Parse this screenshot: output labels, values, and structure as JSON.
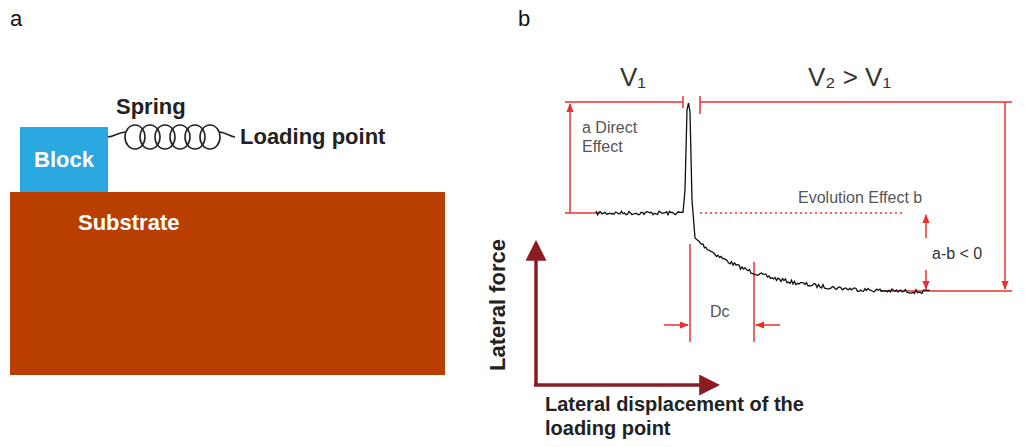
{
  "diagram": {
    "nodes": [
      {
        "text": [
          "Block"
        ]
      },
      {
        "text": [
          "Substrate"
        ]
      }
    ],
    "labels": [
      "a",
      "Spring",
      "Loading point",
      "b",
      "V₁",
      "V₂ > V₁",
      "a Direct Effect",
      "Evolution Effect b",
      "a-b < 0",
      "Dc",
      "Lateral force",
      "Lateral displacement of the loading point"
    ]
  }
}
